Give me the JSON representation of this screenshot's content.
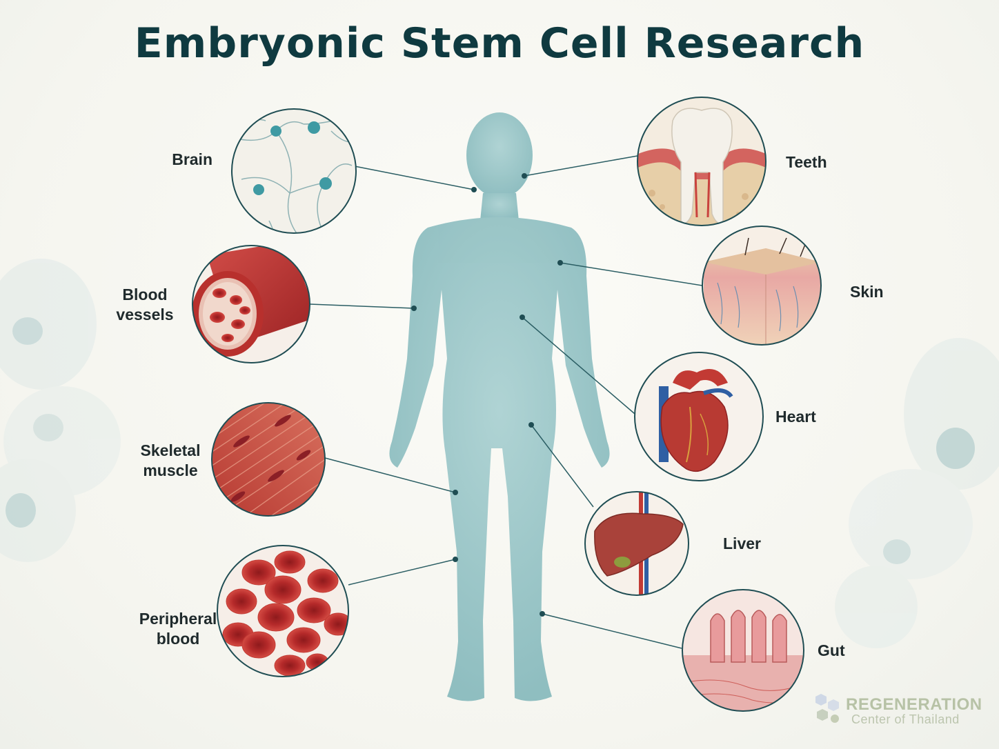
{
  "title": "Embryonic Stem Cell Research",
  "labels": {
    "brain": "Brain",
    "blood_vessels_1": "Blood",
    "blood_vessels_2": "vessels",
    "skeletal_muscle_1": "Skeletal",
    "skeletal_muscle_2": "muscle",
    "peripheral_blood_1": "Peripheral",
    "peripheral_blood_2": "blood",
    "teeth": "Teeth",
    "skin": "Skin",
    "heart": "Heart",
    "liver": "Liver",
    "gut": "Gut"
  },
  "logo": {
    "name": "REGENERATION",
    "sub": "Center of Thailand"
  },
  "colors": {
    "title": "#0f3a40",
    "body": "#8fc0c2",
    "leader": "#2a5d63",
    "tissue_red": "#b7302f"
  }
}
